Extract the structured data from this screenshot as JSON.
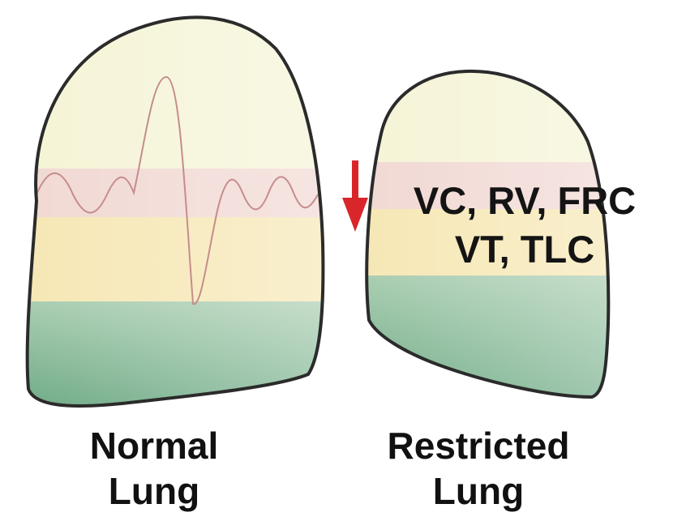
{
  "normal_lung": {
    "label_line1": "Normal",
    "label_line2": "Lung"
  },
  "restricted_lung": {
    "label_line1": "Restricted",
    "label_line2": "Lung",
    "volumes_line1": "VC, RV, FRC",
    "volumes_line2": "VT, TLC",
    "change_indicator": "down-arrow-icon"
  },
  "colors": {
    "outline": "#2b2b2b",
    "top_band": "#f6f3d8",
    "tidal_band": "#f2d9d6",
    "yellow_band": "#f7e8b6",
    "green_band": "#7fb593",
    "arrow": "#d9262b",
    "trace": "#c48a8a"
  }
}
